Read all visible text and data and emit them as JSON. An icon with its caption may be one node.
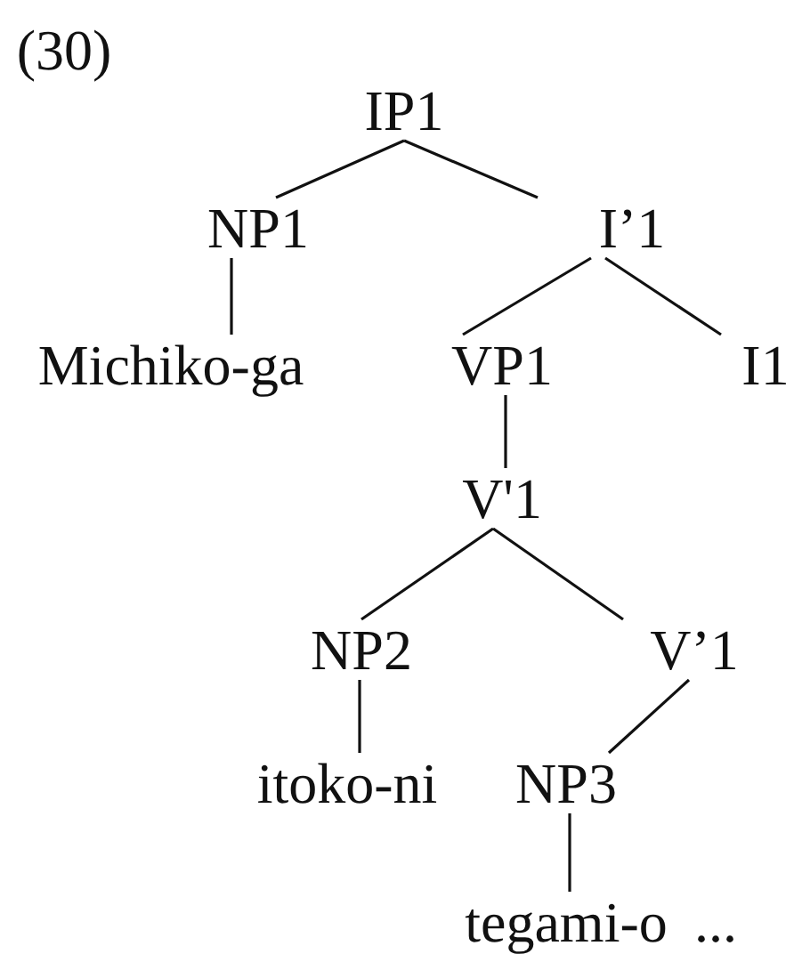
{
  "diagram": {
    "nodes": [
      {
        "text": [
          "IP1"
        ]
      },
      {
        "text": [
          "NP1"
        ]
      },
      {
        "text": [
          "I’1"
        ]
      },
      {
        "text": [
          "Michiko-ga"
        ]
      },
      {
        "text": [
          "VP1"
        ]
      },
      {
        "text": [
          "I1"
        ]
      },
      {
        "text": [
          "V'1"
        ]
      },
      {
        "text": [
          "NP2"
        ]
      },
      {
        "text": [
          "V’1"
        ]
      },
      {
        "text": [
          "itoko-ni"
        ]
      },
      {
        "text": [
          "NP3"
        ]
      },
      {
        "text": [
          "tegami-o"
        ]
      }
    ],
    "edges": [
      {
        "from": 0,
        "to": 1,
        "arrow": "none"
      },
      {
        "from": 0,
        "to": 2,
        "arrow": "none"
      },
      {
        "from": 1,
        "to": 3,
        "arrow": "none"
      },
      {
        "from": 2,
        "to": 4,
        "arrow": "none"
      },
      {
        "from": 2,
        "to": 5,
        "arrow": "none"
      },
      {
        "from": 4,
        "to": 6,
        "arrow": "none"
      },
      {
        "from": 6,
        "to": 7,
        "arrow": "none"
      },
      {
        "from": 6,
        "to": 8,
        "arrow": "none"
      },
      {
        "from": 7,
        "to": 9,
        "arrow": "none"
      },
      {
        "from": 8,
        "to": 10,
        "arrow": "none"
      },
      {
        "from": 10,
        "to": 11,
        "arrow": "none"
      }
    ],
    "labels": [
      "(30)",
      "..."
    ]
  }
}
